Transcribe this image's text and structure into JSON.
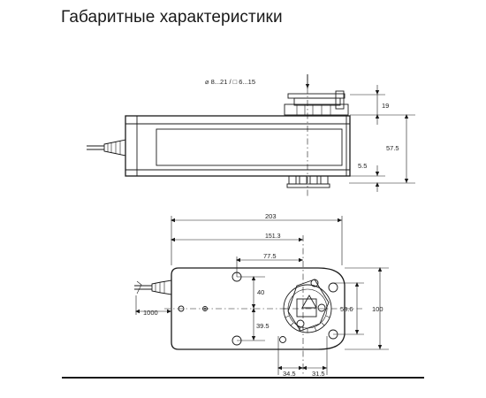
{
  "page": {
    "title": "Габаритные характеристики"
  },
  "side_view": {
    "shaft_spec": "⌀ 8...21 / □ 6...15",
    "dim_19": "19",
    "dim_57_5": "57.5",
    "dim_5_5": "5.5"
  },
  "top_view": {
    "dim_203": "203",
    "dim_151_3": "151.3",
    "dim_77_5": "77.5",
    "dim_40": "40",
    "dim_39_5": "39.5",
    "dim_1000": "1000",
    "dim_53_6": "53.6",
    "dim_100": "100",
    "dim_34_5": "34.5",
    "dim_31_5": "31.5"
  },
  "colors": {
    "line": "#1a1a1a",
    "text": "#222222"
  }
}
